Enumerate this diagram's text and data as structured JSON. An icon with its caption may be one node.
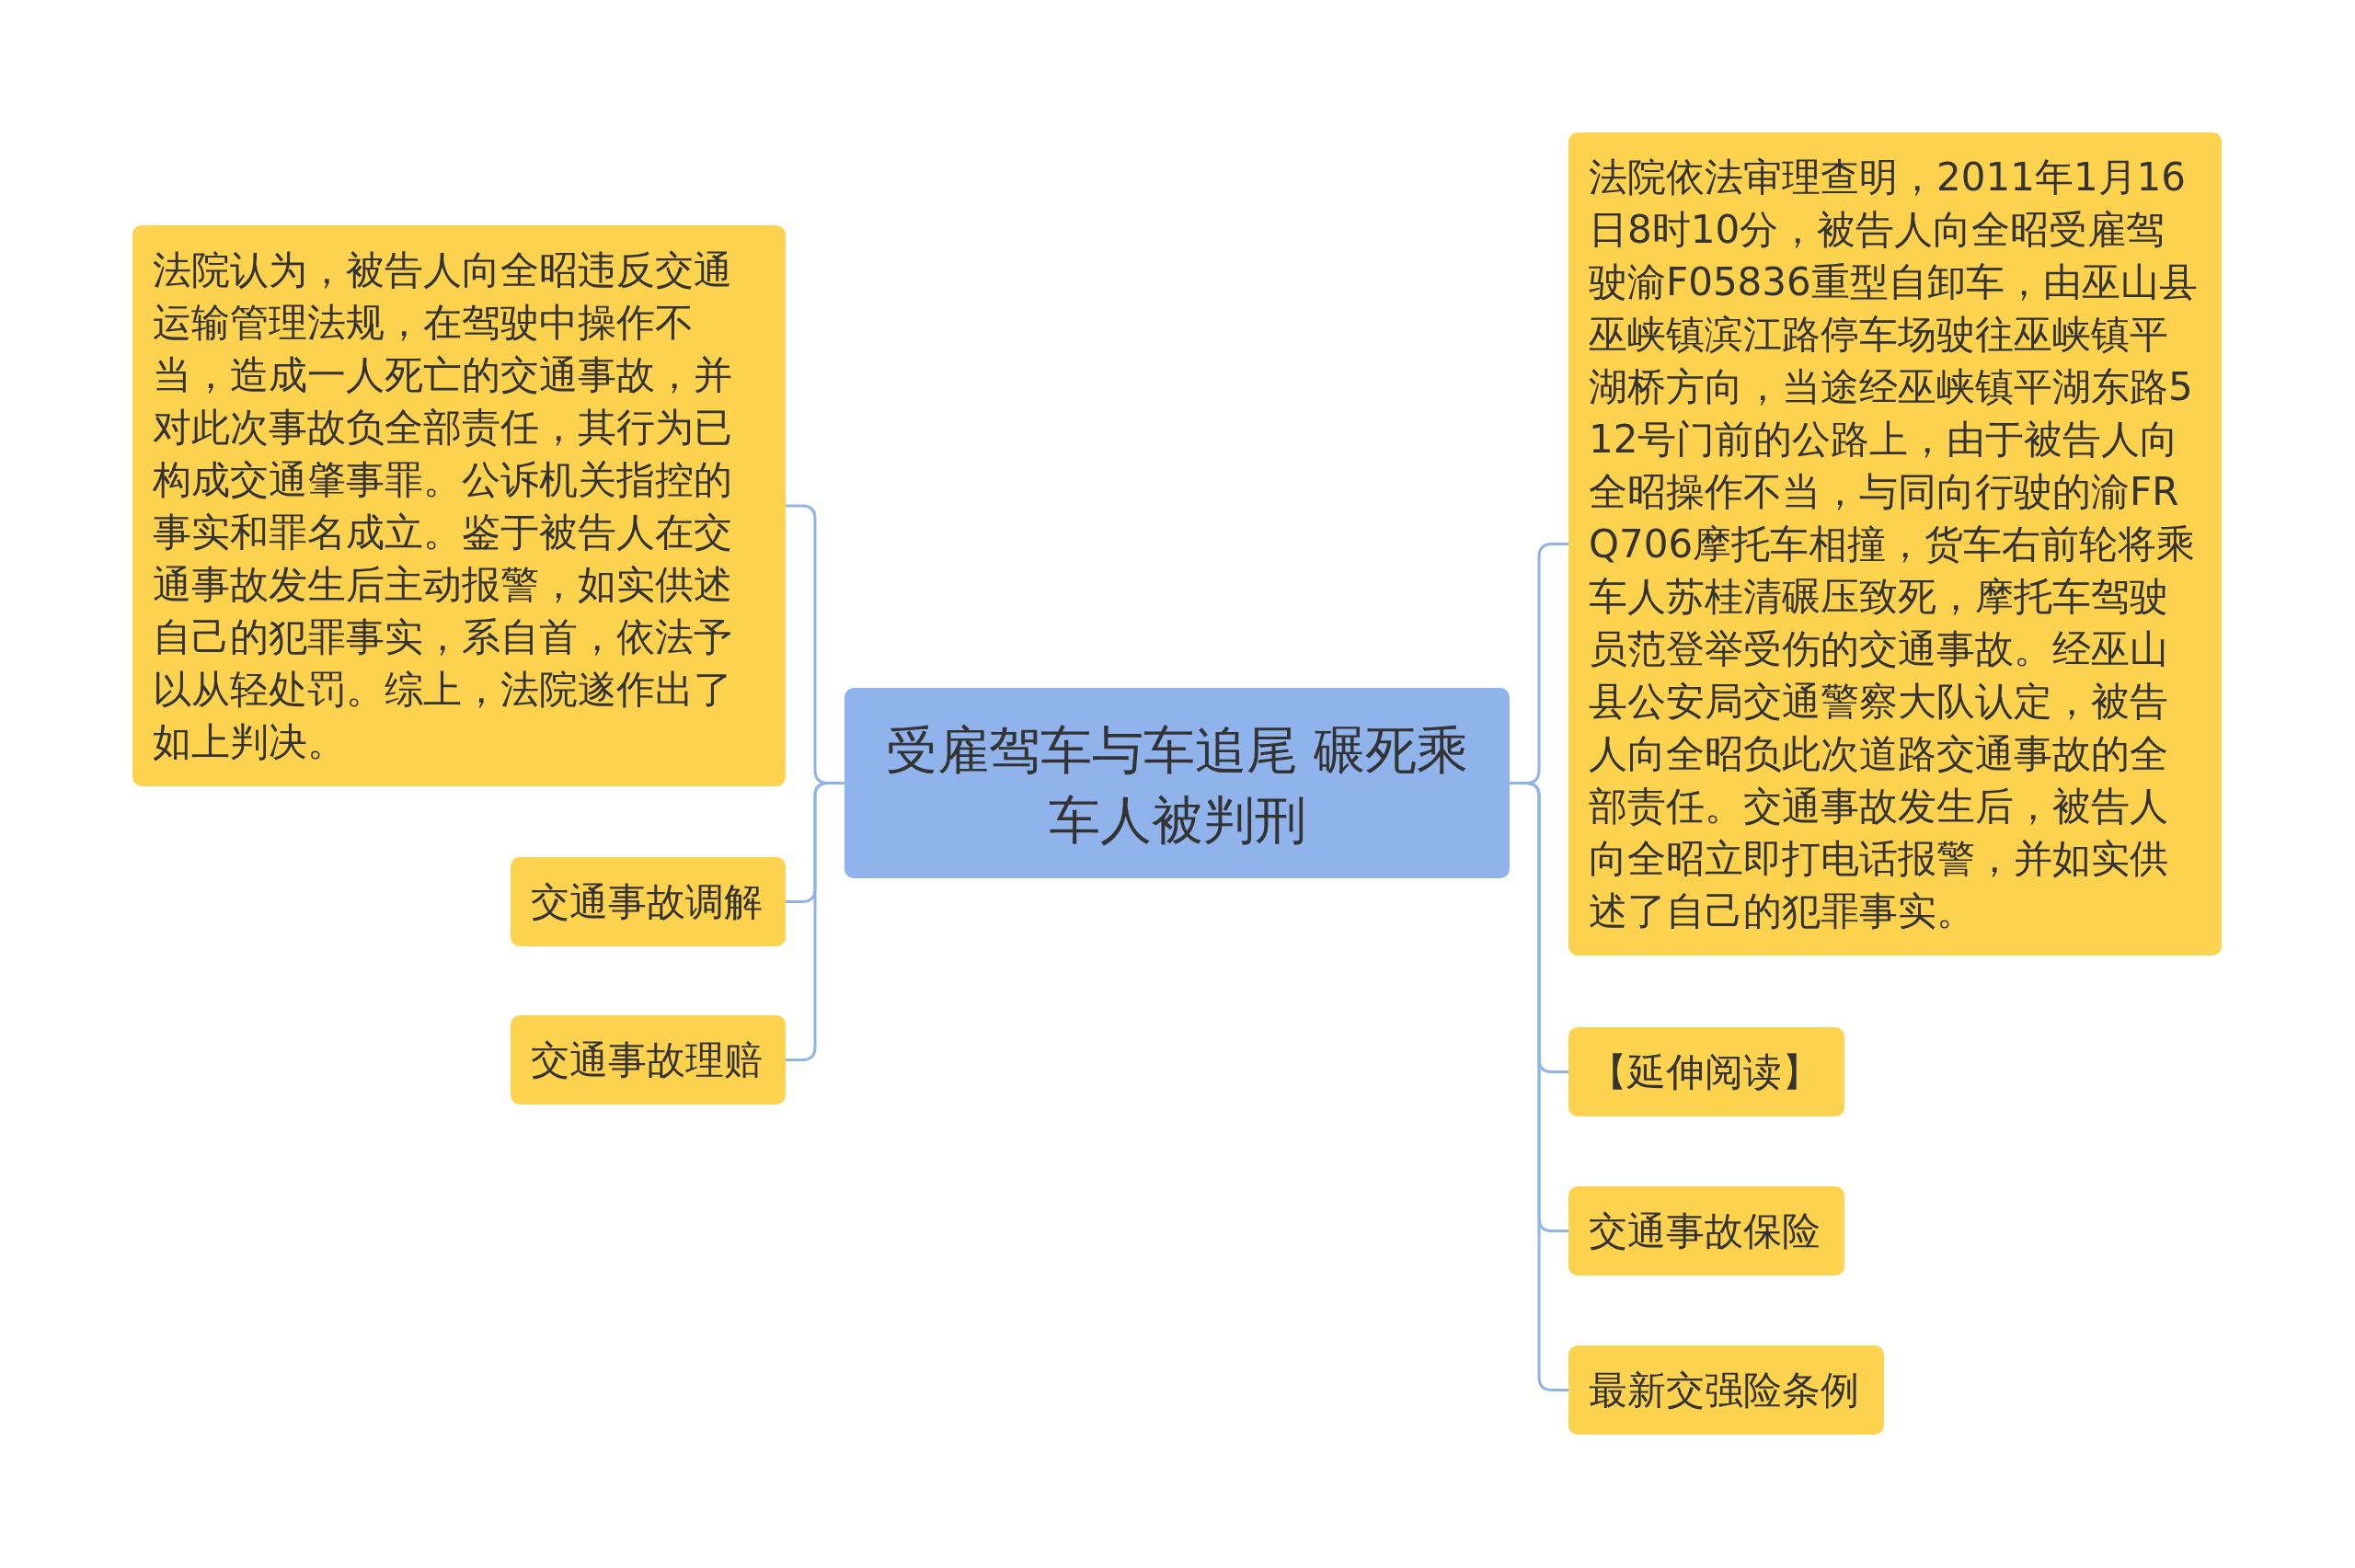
{
  "diagram": {
    "nodes": [
      {
        "text": [
          "受雇驾车与车追尾 碾死乘车人被判刑"
        ]
      },
      {
        "text": [
          "法院认为，被告人向全昭违反交通运输管理法规，在驾驶中操作不当，造成一人死亡的交通事故，并对此次事故负全部责任，其行为已构成交通肇事罪。公诉机关指控的事实和罪名成立。鉴于被告人在交通事故发生后主动报警，如实供述自己的犯罪事实，系自首，依法予以从轻处罚。综上，法院遂作出了如上判决。"
        ]
      },
      {
        "text": [
          "交通事故调解"
        ]
      },
      {
        "text": [
          "交通事故理赔"
        ]
      },
      {
        "text": [
          "法院依法审理查明，2011年1月16日8时10分，被告人向全昭受雇驾驶渝F05836重型自卸车，由巫山县巫峡镇滨江路停车场驶往巫峡镇平湖桥方向，当途经巫峡镇平湖东路512号门前的公路上，由于被告人向全昭操作不当，与同向行驶的渝FRQ706摩托车相撞，货车右前轮将乘车人苏桂清碾压致死，摩托车驾驶员范登举受伤的交通事故。经巫山县公安局交通警察大队认定，被告人向全昭负此次道路交通事故的全部责任。交通事故发生后，被告人向全昭立即打电话报警，并如实供述了自己的犯罪事实。"
        ]
      },
      {
        "text": [
          "【延伸阅读】"
        ]
      },
      {
        "text": [
          "交通事故保险"
        ]
      },
      {
        "text": [
          "最新交强险条例"
        ]
      }
    ],
    "edges": [
      {
        "from": 0,
        "to": 1,
        "arrow": "none"
      },
      {
        "from": 0,
        "to": 2,
        "arrow": "none"
      },
      {
        "from": 0,
        "to": 3,
        "arrow": "none"
      },
      {
        "from": 0,
        "to": 4,
        "arrow": "none"
      },
      {
        "from": 0,
        "to": 5,
        "arrow": "none"
      },
      {
        "from": 0,
        "to": 6,
        "arrow": "none"
      },
      {
        "from": 0,
        "to": 7,
        "arrow": "none"
      }
    ]
  }
}
